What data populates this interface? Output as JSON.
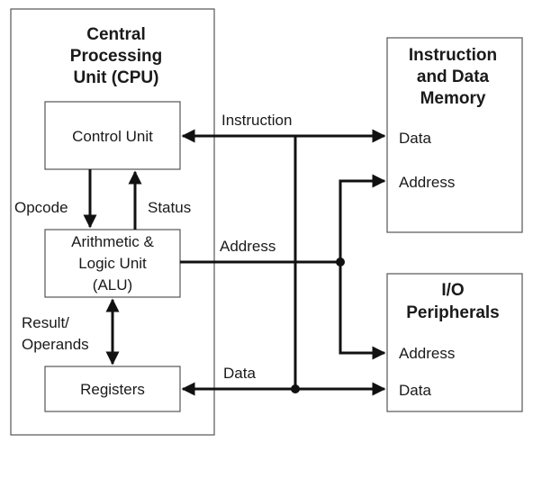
{
  "cpu": {
    "title_lines": [
      "Central",
      "Processing",
      "Unit (CPU)"
    ],
    "control_unit": "Control Unit",
    "alu_lines": [
      "Arithmetic &",
      "Logic Unit",
      "(ALU)"
    ],
    "registers": "Registers",
    "opcode": "Opcode",
    "status": "Status",
    "result_lines": [
      "Result/",
      "Operands"
    ]
  },
  "memory": {
    "title_lines": [
      "Instruction",
      "and Data",
      "Memory"
    ],
    "data_port": "Data",
    "address_port": "Address"
  },
  "io": {
    "title_lines": [
      "I/O",
      "Peripherals"
    ],
    "address_port": "Address",
    "data_port": "Data"
  },
  "buses": {
    "instruction": "Instruction",
    "address": "Address",
    "data": "Data"
  }
}
